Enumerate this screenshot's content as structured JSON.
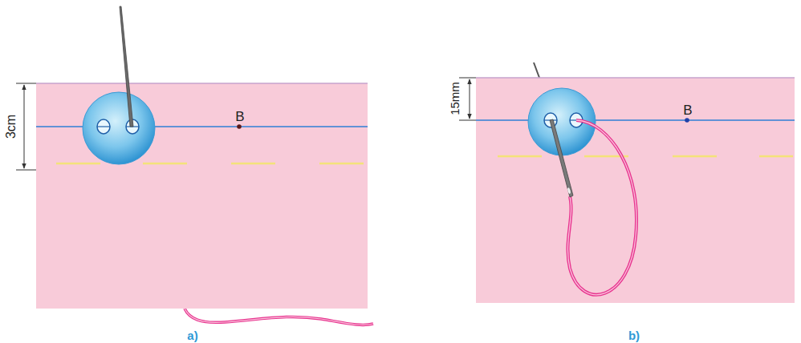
{
  "diagram": {
    "labels": [
      "3cm",
      "B",
      "a)",
      "15mm",
      "B",
      "b)"
    ]
  }
}
